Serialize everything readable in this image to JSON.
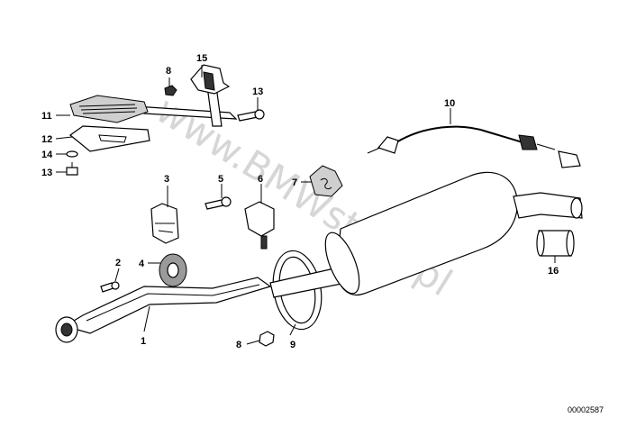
{
  "watermark": "www.BMWstore.pl",
  "reference_number": "00002587",
  "callouts": [
    {
      "id": "p1",
      "text": "1"
    },
    {
      "id": "p2",
      "text": "2"
    },
    {
      "id": "p3",
      "text": "3"
    },
    {
      "id": "p4",
      "text": "4"
    },
    {
      "id": "p5",
      "text": "5"
    },
    {
      "id": "p6",
      "text": "6"
    },
    {
      "id": "p7",
      "text": "7"
    },
    {
      "id": "p8a",
      "text": "8"
    },
    {
      "id": "p8b",
      "text": "8"
    },
    {
      "id": "p9",
      "text": "9"
    },
    {
      "id": "p10",
      "text": "10"
    },
    {
      "id": "p11",
      "text": "11"
    },
    {
      "id": "p12",
      "text": "12"
    },
    {
      "id": "p13a",
      "text": "13"
    },
    {
      "id": "p13b",
      "text": "13"
    },
    {
      "id": "p14",
      "text": "14"
    },
    {
      "id": "p15",
      "text": "15"
    },
    {
      "id": "p16",
      "text": "16"
    }
  ]
}
